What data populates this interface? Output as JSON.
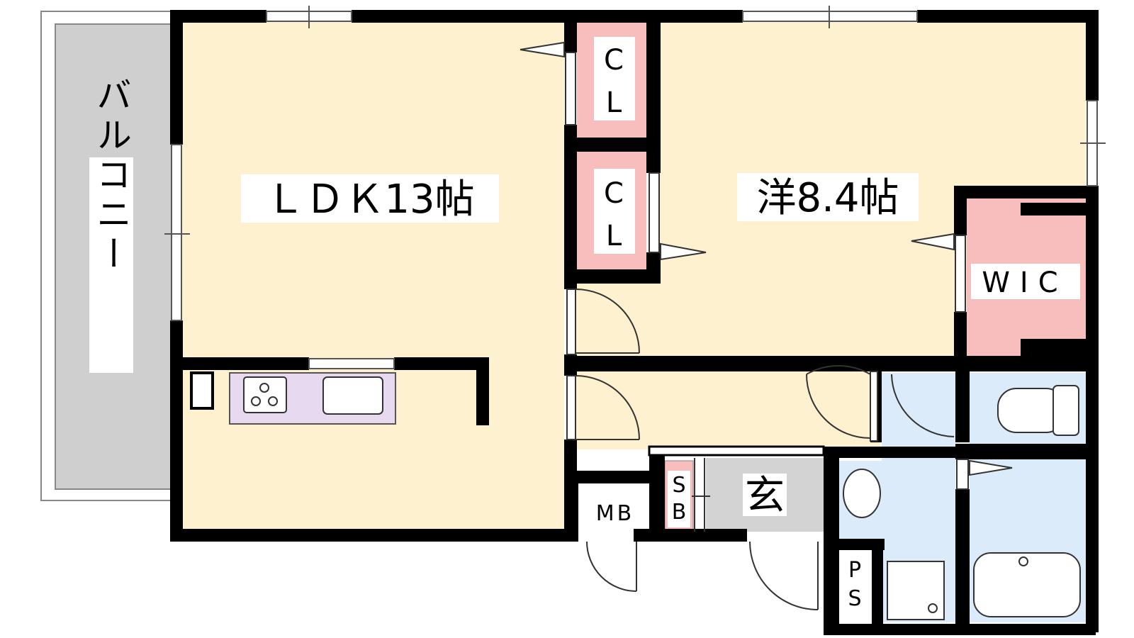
{
  "floorplan": {
    "rooms": {
      "ldk": "ＬＤＫ13帖",
      "western": "洋8.4帖",
      "balcony": "バルコニー",
      "closet_upper_line1": "C",
      "closet_upper_line2": "L",
      "closet_lower_line1": "C",
      "closet_lower_line2": "L",
      "wic": "WIC",
      "entrance": "玄",
      "meter_box": "MB",
      "shoe_box_line1": "S",
      "shoe_box_line2": "B",
      "pipe_space_line1": "P",
      "pipe_space_line2": "S"
    },
    "colors": {
      "room_floor": "#FDF1CF",
      "closet": "#F8BDBD",
      "kitchen": "#E7D9F0",
      "wet_area": "#DCEBFA",
      "entrance_floor": "#D3D3D3",
      "balcony": "#CFCFCF",
      "wall": "#000000"
    }
  }
}
